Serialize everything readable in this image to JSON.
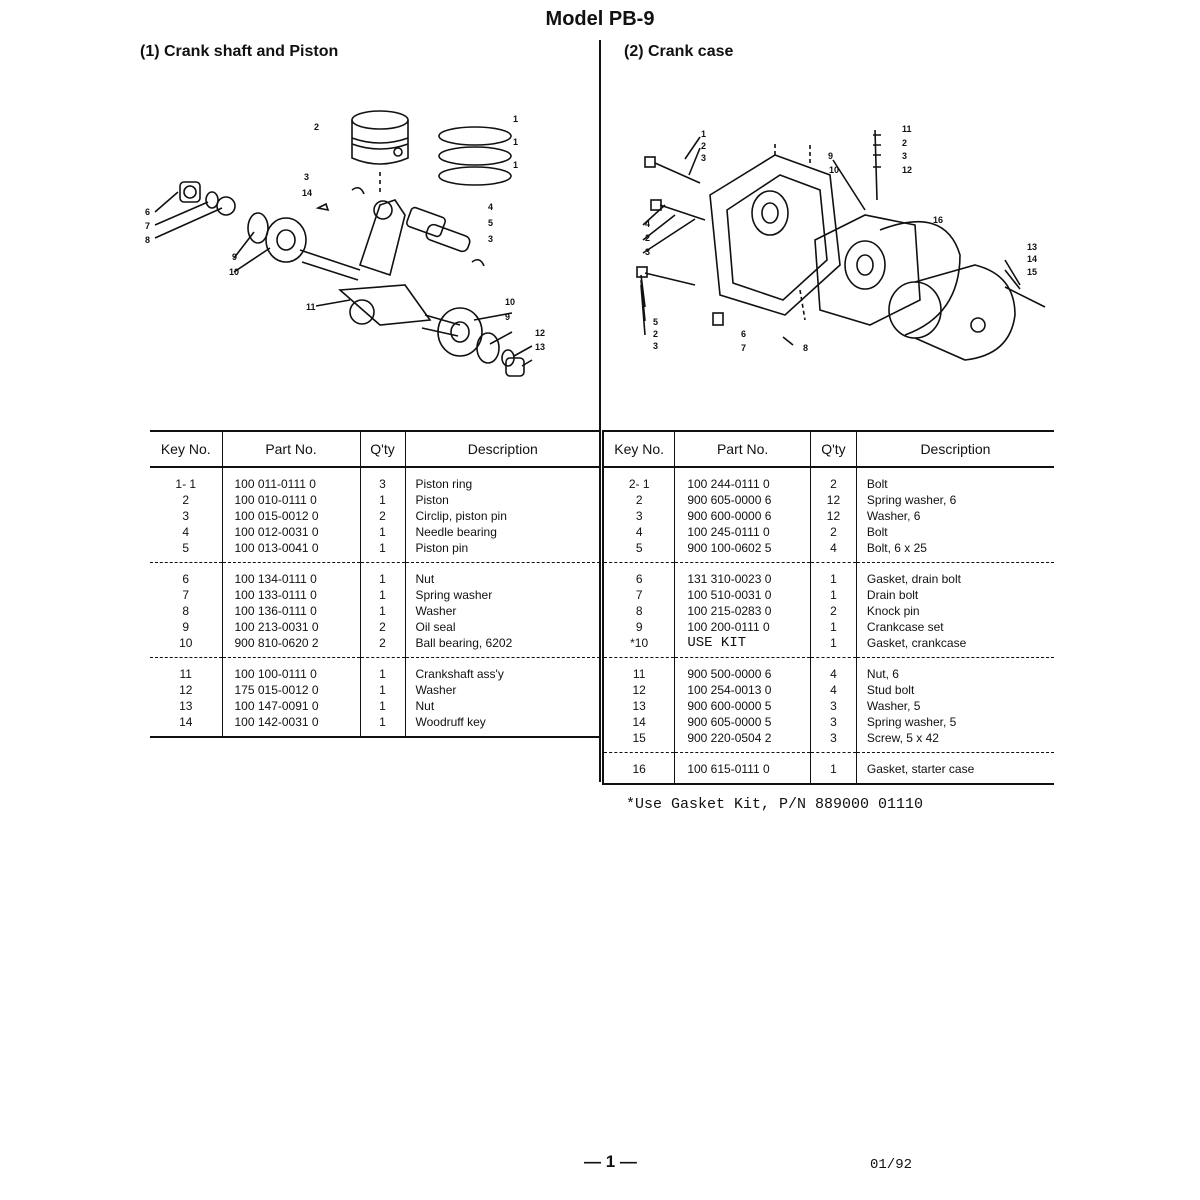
{
  "page": {
    "title": "Model PB-9",
    "section1_title": "(1)   Crank shaft and Piston",
    "section2_title": "(2)   Crank case",
    "footnote": "*Use Gasket Kit, P/N 889000 01110",
    "page_number": "— 1 —",
    "date_code": "01/92"
  },
  "table_headers": [
    "Key No.",
    "Part No.",
    "Q'ty",
    "Description"
  ],
  "diagram1": {
    "callouts": [
      "1",
      "1",
      "1",
      "2",
      "3",
      "14",
      "4",
      "5",
      "3",
      "6",
      "7",
      "8",
      "9",
      "10",
      "11",
      "10",
      "9",
      "12",
      "13"
    ]
  },
  "diagram2": {
    "callouts": [
      "1",
      "2",
      "3",
      "4",
      "2",
      "3",
      "9",
      "10",
      "11",
      "2",
      "3",
      "12",
      "16",
      "13",
      "14",
      "15",
      "5",
      "2",
      "3",
      "6",
      "7",
      "8"
    ]
  },
  "table1": [
    {
      "key": "1- 1",
      "part": "100 011-0111 0",
      "qty": "3",
      "desc": "Piston ring"
    },
    {
      "key": "2",
      "part": "100 010-0111 0",
      "qty": "1",
      "desc": "Piston"
    },
    {
      "key": "3",
      "part": "100 015-0012 0",
      "qty": "2",
      "desc": "Circlip, piston pin"
    },
    {
      "key": "4",
      "part": "100 012-0031 0",
      "qty": "1",
      "desc": "Needle bearing"
    },
    {
      "key": "5",
      "part": "100 013-0041 0",
      "qty": "1",
      "desc": "Piston pin"
    },
    {
      "key": "6",
      "part": "100 134-0111 0",
      "qty": "1",
      "desc": "Nut"
    },
    {
      "key": "7",
      "part": "100 133-0111 0",
      "qty": "1",
      "desc": "Spring washer"
    },
    {
      "key": "8",
      "part": "100 136-0111 0",
      "qty": "1",
      "desc": "Washer"
    },
    {
      "key": "9",
      "part": "100 213-0031 0",
      "qty": "2",
      "desc": "Oil seal"
    },
    {
      "key": "10",
      "part": "900 810-0620 2",
      "qty": "2",
      "desc": "Ball bearing, 6202"
    },
    {
      "key": "11",
      "part": "100 100-0111 0",
      "qty": "1",
      "desc": "Crankshaft ass'y"
    },
    {
      "key": "12",
      "part": "175 015-0012 0",
      "qty": "1",
      "desc": "Washer"
    },
    {
      "key": "13",
      "part": "100 147-0091 0",
      "qty": "1",
      "desc": "Nut"
    },
    {
      "key": "14",
      "part": "100 142-0031 0",
      "qty": "1",
      "desc": "Woodruff key"
    }
  ],
  "table2": [
    {
      "key": "2- 1",
      "part": "100 244-0111 0",
      "qty": "2",
      "desc": "Bolt"
    },
    {
      "key": "2",
      "part": "900 605-0000 6",
      "qty": "12",
      "desc": "Spring washer, 6"
    },
    {
      "key": "3",
      "part": "900 600-0000 6",
      "qty": "12",
      "desc": "Washer, 6"
    },
    {
      "key": "4",
      "part": "100 245-0111 0",
      "qty": "2",
      "desc": "Bolt"
    },
    {
      "key": "5",
      "part": "900 100-0602 5",
      "qty": "4",
      "desc": "Bolt,  6 x 25"
    },
    {
      "key": "6",
      "part": "131 310-0023 0",
      "qty": "1",
      "desc": "Gasket, drain bolt"
    },
    {
      "key": "7",
      "part": "100 510-0031 0",
      "qty": "1",
      "desc": "Drain bolt"
    },
    {
      "key": "8",
      "part": "100 215-0283 0",
      "qty": "2",
      "desc": "Knock pin"
    },
    {
      "key": "9",
      "part": "100 200-0111 0",
      "qty": "1",
      "desc": "Crankcase set"
    },
    {
      "key": "*10",
      "part": "USE KIT",
      "qty": "1",
      "desc": "Gasket, crankcase"
    },
    {
      "key": "11",
      "part": "900 500-0000 6",
      "qty": "4",
      "desc": "Nut, 6"
    },
    {
      "key": "12",
      "part": "100 254-0013 0",
      "qty": "4",
      "desc": "Stud bolt"
    },
    {
      "key": "13",
      "part": "900 600-0000 5",
      "qty": "3",
      "desc": "Washer,  5"
    },
    {
      "key": "14",
      "part": "900 605-0000 5",
      "qty": "3",
      "desc": "Spring washer,  5"
    },
    {
      "key": "15",
      "part": "900 220-0504 2",
      "qty": "3",
      "desc": "Screw,  5 x 42"
    },
    {
      "key": "16",
      "part": "100 615-0111 0",
      "qty": "1",
      "desc": "Gasket, starter case"
    }
  ]
}
